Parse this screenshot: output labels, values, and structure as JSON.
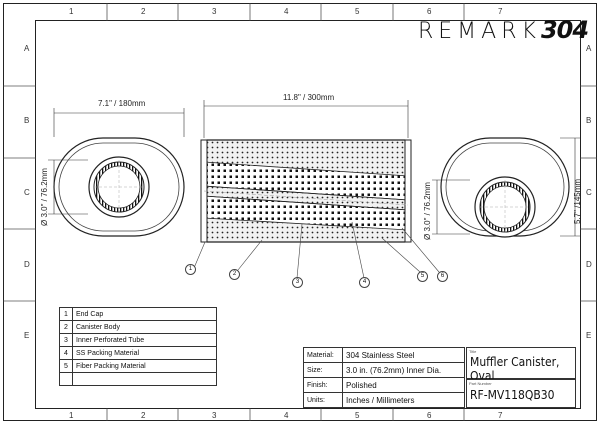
{
  "brand": {
    "word": "REMARK",
    "number": "304"
  },
  "grid": {
    "columns": [
      "1",
      "2",
      "3",
      "4",
      "5",
      "6",
      "7"
    ],
    "rows": [
      "A",
      "B",
      "C",
      "D",
      "E"
    ]
  },
  "dimensions": {
    "front_width": "7.1\" / 180mm",
    "length": "11.8\" / 300mm",
    "inlet_left": "Ø 3.0\" / 76.2mm",
    "inlet_right": "Ø 3.0\" / 76.2mm",
    "height": "5.7\" /145mm"
  },
  "callouts": [
    "1",
    "2",
    "3",
    "4",
    "5",
    "6"
  ],
  "parts": [
    {
      "num": "1",
      "label": "End Cap"
    },
    {
      "num": "2",
      "label": "Canister Body"
    },
    {
      "num": "3",
      "label": "Inner Perforated Tube"
    },
    {
      "num": "4",
      "label": "SS Packing Material"
    },
    {
      "num": "5",
      "label": "Fiber Packing Material"
    },
    {
      "num": "",
      "label": ""
    }
  ],
  "info": [
    {
      "key": "Material:",
      "value": "304 Stainless Steel"
    },
    {
      "key": "Size:",
      "value": "3.0 in. (76.2mm) Inner Dia."
    },
    {
      "key": "Finish:",
      "value": "Polished"
    },
    {
      "key": "Units:",
      "value": "Inches / Millimeters"
    }
  ],
  "title_block": {
    "title_caption": "Title",
    "title": "Muffler Canister, Oval",
    "part_caption": "Part Number",
    "part_number": "RF-MV118QB30"
  }
}
